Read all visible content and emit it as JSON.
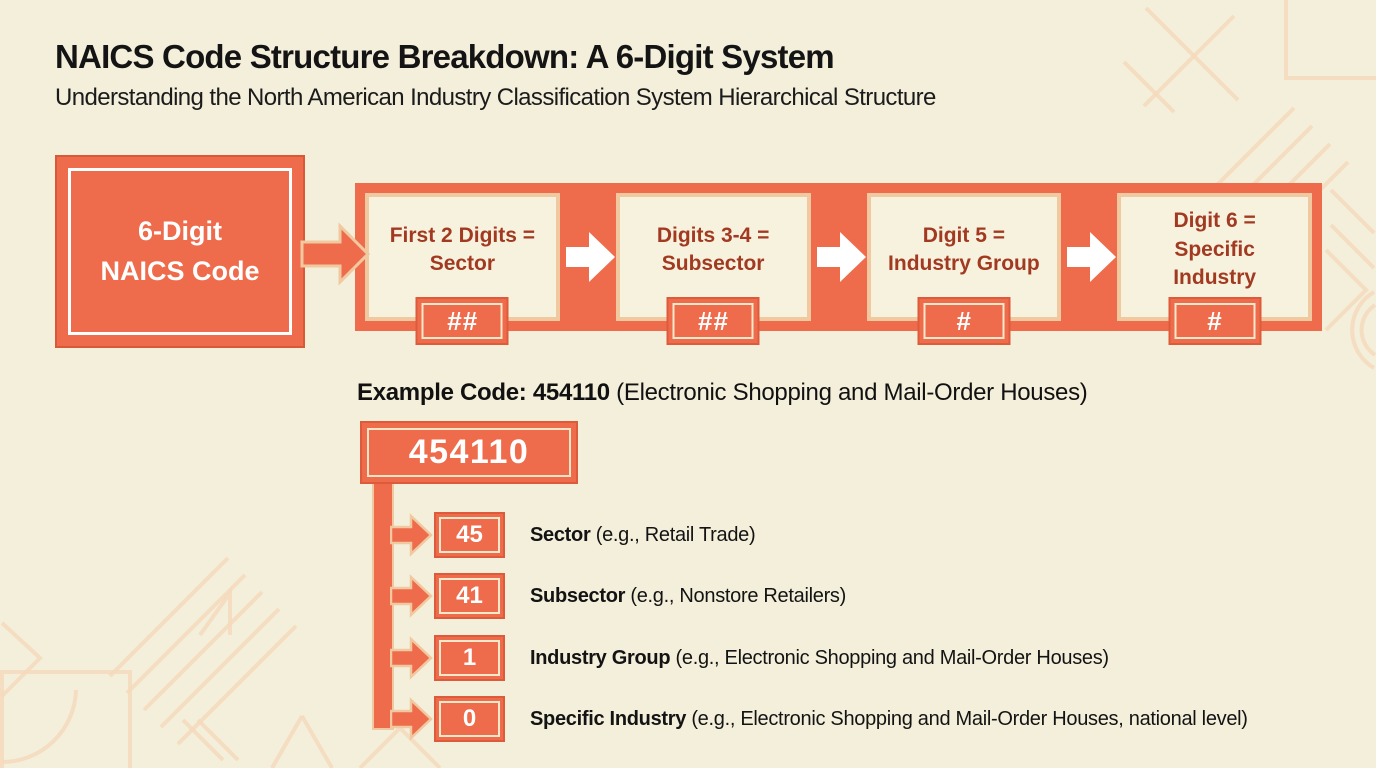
{
  "header": {
    "title": "NAICS Code Structure Breakdown: A 6-Digit System",
    "subtitle": "Understanding the North American Industry Classification System Hierarchical Structure"
  },
  "flow": {
    "source_label": "6-Digit\nNAICS Code",
    "steps": [
      {
        "label": "First 2 Digits =\nSector",
        "digits": "##"
      },
      {
        "label": "Digits 3-4 =\nSubsector",
        "digits": "##"
      },
      {
        "label": "Digit 5 =\nIndustry Group",
        "digits": "#"
      },
      {
        "label": "Digit 6 =\nSpecific\nIndustry",
        "digits": "#"
      }
    ]
  },
  "example": {
    "heading_bold": "Example Code: 454110",
    "heading_rest": " (Electronic Shopping and Mail-Order Houses)",
    "code": "454110",
    "breakdown": [
      {
        "digits": "45",
        "term": "Sector",
        "detail": " (e.g., Retail Trade)"
      },
      {
        "digits": "41",
        "term": "Subsector",
        "detail": " (e.g., Nonstore Retailers)"
      },
      {
        "digits": "1",
        "term": "Industry Group",
        "detail": " (e.g., Electronic Shopping and Mail-Order Houses)"
      },
      {
        "digits": "0",
        "term": "Specific Industry",
        "detail": " (e.g., Electronic Shopping and Mail-Order Houses, national level)"
      }
    ]
  },
  "colors": {
    "background": "#F4EFDB",
    "accent_orange": "#EE6B4B",
    "accent_orange_dark": "#DD5B3B",
    "panel_cream": "#F7F2DE",
    "border_tan": "#F1C9A1",
    "border_cream": "#F6E8CB",
    "text_dark_red": "#A23A22",
    "text_black": "#141414",
    "decor_line": "#F4D9BC"
  }
}
